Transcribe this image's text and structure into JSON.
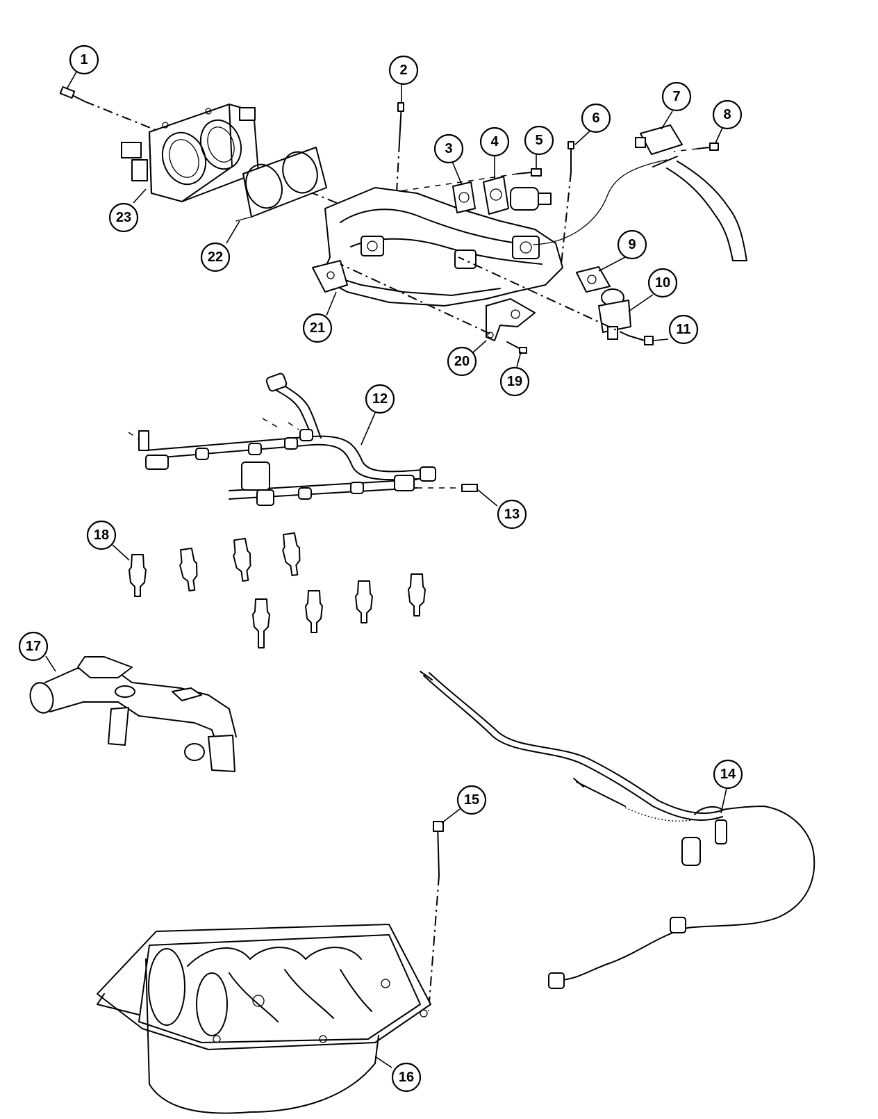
{
  "callouts": [
    {
      "id": "1",
      "label": "1"
    },
    {
      "id": "2",
      "label": "2"
    },
    {
      "id": "3",
      "label": "3"
    },
    {
      "id": "4",
      "label": "4"
    },
    {
      "id": "5",
      "label": "5"
    },
    {
      "id": "6",
      "label": "6"
    },
    {
      "id": "7",
      "label": "7"
    },
    {
      "id": "8",
      "label": "8"
    },
    {
      "id": "9",
      "label": "9"
    },
    {
      "id": "10",
      "label": "10"
    },
    {
      "id": "11",
      "label": "11"
    },
    {
      "id": "12",
      "label": "12"
    },
    {
      "id": "13",
      "label": "13"
    },
    {
      "id": "14",
      "label": "14"
    },
    {
      "id": "15",
      "label": "15"
    },
    {
      "id": "16",
      "label": "16"
    },
    {
      "id": "17",
      "label": "17"
    },
    {
      "id": "18",
      "label": "18"
    },
    {
      "id": "19",
      "label": "19"
    },
    {
      "id": "20",
      "label": "20"
    },
    {
      "id": "21",
      "label": "21"
    },
    {
      "id": "22",
      "label": "22"
    },
    {
      "id": "23",
      "label": "23"
    }
  ]
}
